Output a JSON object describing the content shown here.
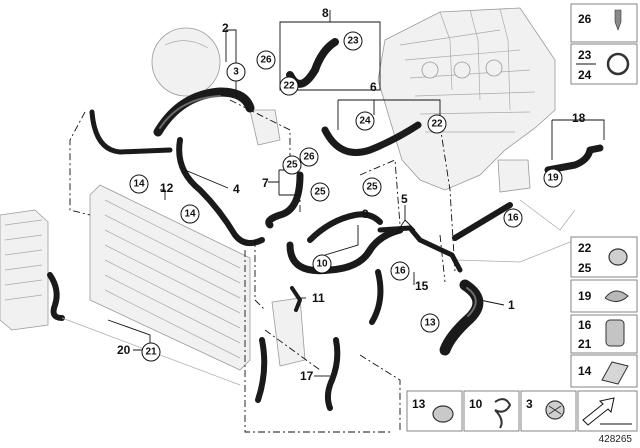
{
  "document_id": "428265",
  "callouts": {
    "n1": "1",
    "n2": "2",
    "n4": "4",
    "n5": "5",
    "n6": "6",
    "n7": "7",
    "n8": "8",
    "n9": "9",
    "n11": "11",
    "n12": "12",
    "n15": "15",
    "n17": "17",
    "n18": "18",
    "n20": "20"
  },
  "circled": {
    "c3": "3",
    "c10": "10",
    "c13": "13",
    "c14a": "14",
    "c14b": "14",
    "c16a": "16",
    "c16b": "16",
    "c19": "19",
    "c21": "21",
    "c22a": "22",
    "c22b": "22",
    "c23": "23",
    "c24": "24",
    "c25a": "25",
    "c25b": "25",
    "c25c": "25",
    "c26a": "26",
    "c26b": "26"
  },
  "legend_side": {
    "s26": "26",
    "s23": "23",
    "s24": "24",
    "s22": "22",
    "s25": "25",
    "s19": "19",
    "s16": "16",
    "s21": "21",
    "s14": "14"
  },
  "legend_bottom": {
    "b13": "13",
    "b10": "10",
    "b3": "3"
  }
}
